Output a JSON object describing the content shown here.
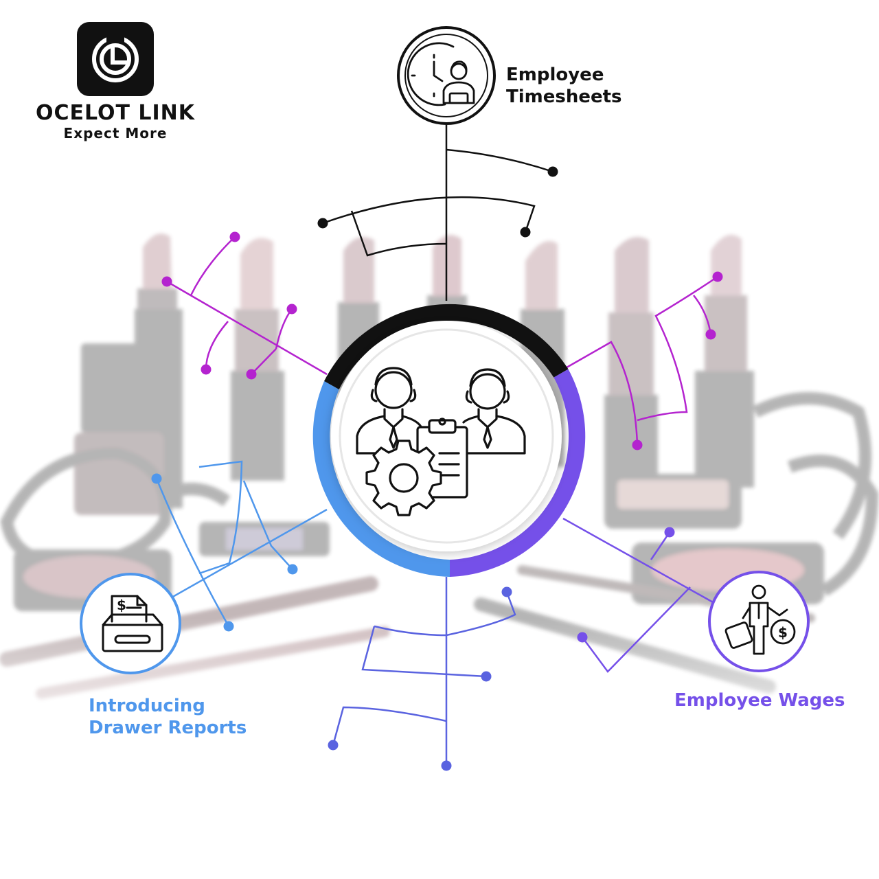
{
  "logo": {
    "brand": "OCELOT LINK",
    "tagline": "Expect More",
    "icon": "clock-l-logo-icon"
  },
  "nodes": {
    "timesheets": {
      "line1": "Employee",
      "line2": "Timesheets",
      "icon": "clock-employee-icon",
      "color": "#111111"
    },
    "drawer": {
      "line1": "Introducing",
      "line2": "Drawer Reports",
      "icon": "cash-drawer-report-icon",
      "color": "#4f97ec"
    },
    "wages": {
      "line1": "Employee Wages",
      "icon": "businessman-money-icon",
      "color": "#7550e9"
    },
    "hub": {
      "icon": "team-management-gear-icon"
    }
  },
  "colors": {
    "magenta": "#b423cf",
    "purple": "#7550e9",
    "blue": "#4f97ec",
    "indigo": "#5a63e0",
    "black": "#111111"
  }
}
